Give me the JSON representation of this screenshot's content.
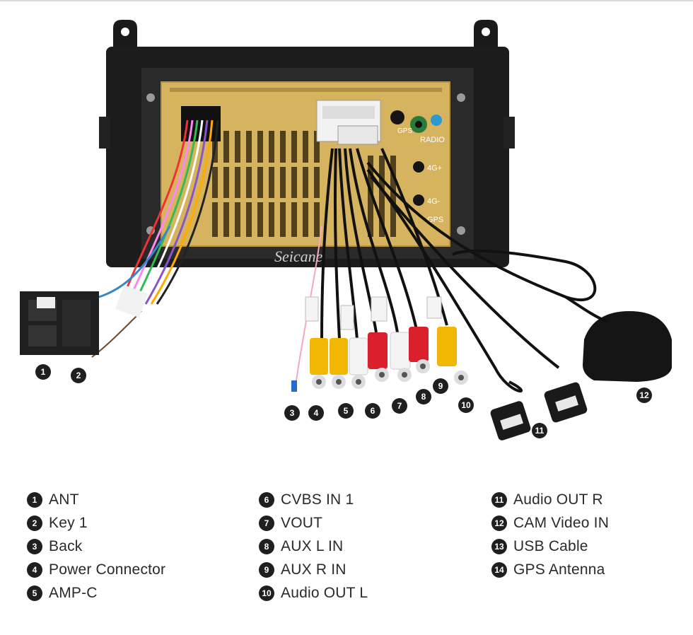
{
  "photo": {
    "watermark": "Seicane",
    "labels": {
      "gps_top": "GPS",
      "radio": "RADIO",
      "lte_plus": "4G+",
      "lte_minus": "4G-",
      "gps_bottom": "GPS"
    },
    "callouts": [
      "1",
      "2",
      "3",
      "4",
      "5",
      "6",
      "7",
      "8",
      "9",
      "10",
      "11",
      "12"
    ]
  },
  "legend": {
    "columns": [
      [
        {
          "num": "1",
          "label": "ANT"
        },
        {
          "num": "2",
          "label": "Key 1"
        },
        {
          "num": "3",
          "label": "Back"
        },
        {
          "num": "4",
          "label": "Power Connector"
        },
        {
          "num": "5",
          "label": "AMP-C"
        }
      ],
      [
        {
          "num": "6",
          "label": "CVBS IN 1"
        },
        {
          "num": "7",
          "label": "VOUT"
        },
        {
          "num": "8",
          "label": "AUX L IN"
        },
        {
          "num": "9",
          "label": "AUX R IN"
        },
        {
          "num": "10",
          "label": "Audio OUT L"
        }
      ],
      [
        {
          "num": "11",
          "label": "Audio OUT R"
        },
        {
          "num": "12",
          "label": "CAM Video IN"
        },
        {
          "num": "13",
          "label": "USB Cable"
        },
        {
          "num": "14",
          "label": "GPS Antenna"
        }
      ]
    ]
  }
}
